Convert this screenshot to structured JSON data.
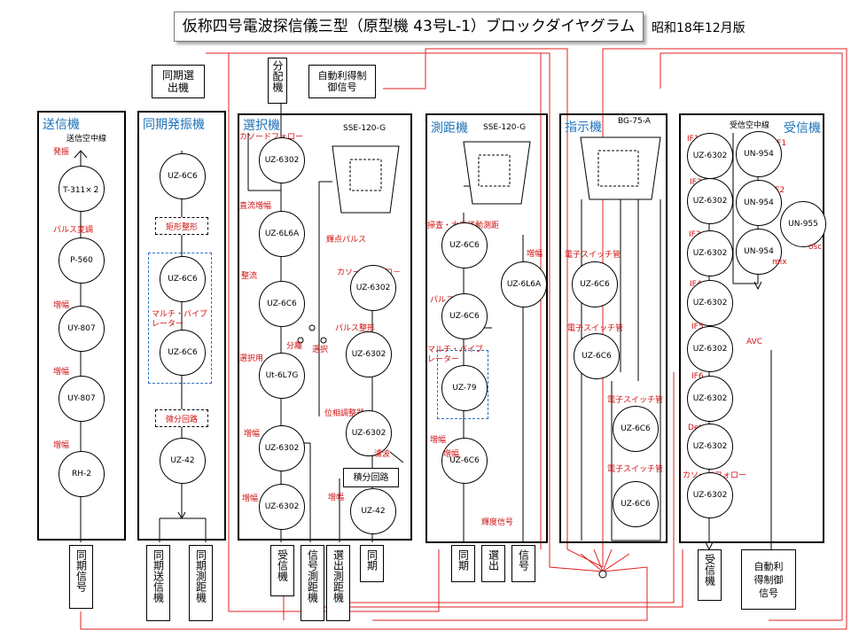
{
  "title": "仮称四号電波探信儀三型（原型機 43号L-1）ブロックダイヤグラム",
  "edition": "昭和18年12月版",
  "panels": {
    "transmitter": "送信機",
    "sync": "同期発振機",
    "selector": "選択機",
    "ranging": "測距機",
    "indicator": "指示機",
    "receiver": "受信機"
  },
  "top_boxes": {
    "sync_out": "同期選出機",
    "distributor": "分配機",
    "agc_signal": "自動利得制御信号"
  },
  "transmitter": {
    "antenna": "送信空中線",
    "tubes": [
      "T-311×２",
      "P-560",
      "UY-807",
      "UY-807",
      "RH-2"
    ],
    "labels": [
      "発振",
      "パルス変調",
      "増幅",
      "増幅",
      "増幅"
    ]
  },
  "sync": {
    "tubes": [
      "UZ-6C6",
      "UZ-6C6",
      "UZ-6C6",
      "UZ-42"
    ],
    "shaping": "矩形整形",
    "multivibrator": "マルチ・バイブレーター",
    "differentiator": "微分回路"
  },
  "selector": {
    "crt": "SSE-120-G",
    "left_tubes": [
      "UZ-6302",
      "UZ-6L6A",
      "UZ-6C6",
      "Ut-6L7G",
      "UZ-6302",
      "UZ-6302"
    ],
    "right_tubes": [
      "UZ-6302",
      "UZ-6302",
      "UZ-6302",
      "UZ-42"
    ],
    "labels": {
      "cathode_follower": "カソードフォロー",
      "dc_amp": "直流増幅",
      "rectify": "整流",
      "select_use": "選択用",
      "amp1": "増幅",
      "amp2": "増幅",
      "bright_pulse": "輝点パルス",
      "cathode_follower2": "カソードフォロ－",
      "pulse_shape": "パルス整形",
      "separate": "分離",
      "select": "選択",
      "phase_adj": "位相調整器",
      "filter": "濾波",
      "amp3": "増幅"
    },
    "integrator": "積分回路"
  },
  "ranging": {
    "crt": "SSE-120-G",
    "tubes": [
      "UZ-6C6",
      "UZ-6C6",
      "UZ-79",
      "UZ-6C6",
      "UZ-6L6A"
    ],
    "labels": {
      "sweep": "掃査・水平移動測距",
      "pulse_shape": "パルス整形",
      "multivibrator": "マルチ・バイブレーター",
      "amp": "増幅",
      "amp_inside": "増幅",
      "amp_right": "増幅",
      "brightness": "輝度信号"
    }
  },
  "indicator": {
    "crt": "BG-75-A",
    "tubes": [
      "UZ-6C6",
      "UZ-6C6",
      "UZ-6C6",
      "UZ-6C6"
    ],
    "labels": [
      "電子スイッチ管",
      "電子スイッチ管",
      "電子スイッチ管",
      "電子スイッチ管"
    ]
  },
  "receiver": {
    "antenna": "受信空中線",
    "left_tubes": [
      "UZ-6302",
      "UZ-6302",
      "UZ-6302",
      "UZ-6302",
      "UZ-6302",
      "UZ-6302",
      "UZ-6302",
      "UZ-6302"
    ],
    "left_labels": [
      "IF1",
      "IF2",
      "IF3",
      "IF4",
      "IF5",
      "IF6",
      "Det",
      "カソードフォロー"
    ],
    "right_tubes": [
      "UN-954",
      "UN-954",
      "UN-954",
      "UN-955"
    ],
    "right_labels": [
      "RF1",
      "RF2",
      "mix",
      "osc"
    ],
    "avc": "AVC"
  },
  "bottom_boxes": [
    "同期信号",
    "同期送信機",
    "同期測距機",
    "受信機",
    "信号測距機",
    "選出測距機",
    "同期",
    "同期",
    "選出",
    "信号",
    "受信機",
    "自動利得制御信号"
  ],
  "colors": {
    "wire": "#000000",
    "red_wire": "#e02020",
    "panel_title": "#1f72b8",
    "label": "#d01010"
  }
}
